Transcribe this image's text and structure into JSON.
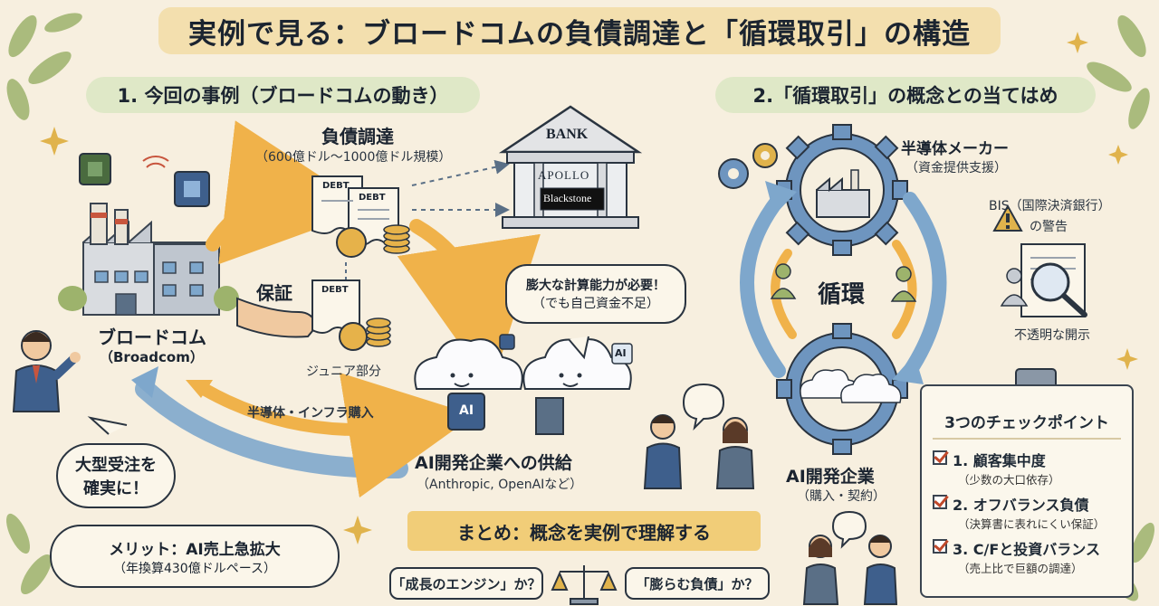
{
  "title": "実例で見る：ブロードコムの負債調達と「循環取引」の構造",
  "section1": {
    "heading": "1. 今回の事例（ブロードコムの動き）"
  },
  "section2": {
    "heading": "2.「循環取引」の概念との当てはめ"
  },
  "debt": {
    "label": "負債調達",
    "scale": "（600億ドル〜1000億ドル規模）",
    "doc_text": "DEBT"
  },
  "bank": {
    "sign": "BANK",
    "apollo": "APOLLO",
    "blackstone": "Blackstone"
  },
  "broadcom": {
    "name": "ブロードコム",
    "en": "（Broadcom）"
  },
  "guarantee": {
    "label": "保証"
  },
  "junior": {
    "label": "ジュニア部分"
  },
  "compute_bubble": {
    "line1": "膨大な計算能力が必要！",
    "line2": "（でも自己資金不足）"
  },
  "purchase": {
    "label": "半導体・インフラ購入"
  },
  "ai_supply": {
    "label": "AI開発企業への供給",
    "sub": "（Anthropic, OpenAIなど）",
    "chip_label": "AI"
  },
  "order_bubble": {
    "line1": "大型受注を",
    "line2": "確実に！"
  },
  "merit": {
    "line1": "メリット：AI売上急拡大",
    "line2": "（年換算430億ドルペース）"
  },
  "summary": {
    "label": "まとめ：概念を実例で理解する",
    "q1": "「成長のエンジン」か？",
    "q2": "「膨らむ負債」か？"
  },
  "semi_maker": {
    "label": "半導体メーカー",
    "sub": "（資金提供支援）"
  },
  "cycle": {
    "label": "循環"
  },
  "ai_company": {
    "label": "AI開発企業",
    "sub": "（購入・契約）"
  },
  "bis": {
    "line1": "BIS（国際決済銀行）",
    "line2": "の警告"
  },
  "opaque": {
    "label": "不透明な開示"
  },
  "checkpoints": {
    "title": "3つのチェックポイント",
    "items": [
      {
        "main": "1. 顧客集中度",
        "sub": "（少数の大口依存）"
      },
      {
        "main": "2. オフバランス負債",
        "sub": "（決算書に表れにくい保証）"
      },
      {
        "main": "3. C/Fと投資バランス",
        "sub": "（売上比で巨額の調達）"
      }
    ]
  },
  "colors": {
    "orange_arrow": "#f0b24a",
    "blue_arrow": "#7ea7cc",
    "gear": "#6e95bf",
    "title_bg": "#f3dfae",
    "pill_bg": "#dfe8c7",
    "leaf": "#9db36c"
  }
}
